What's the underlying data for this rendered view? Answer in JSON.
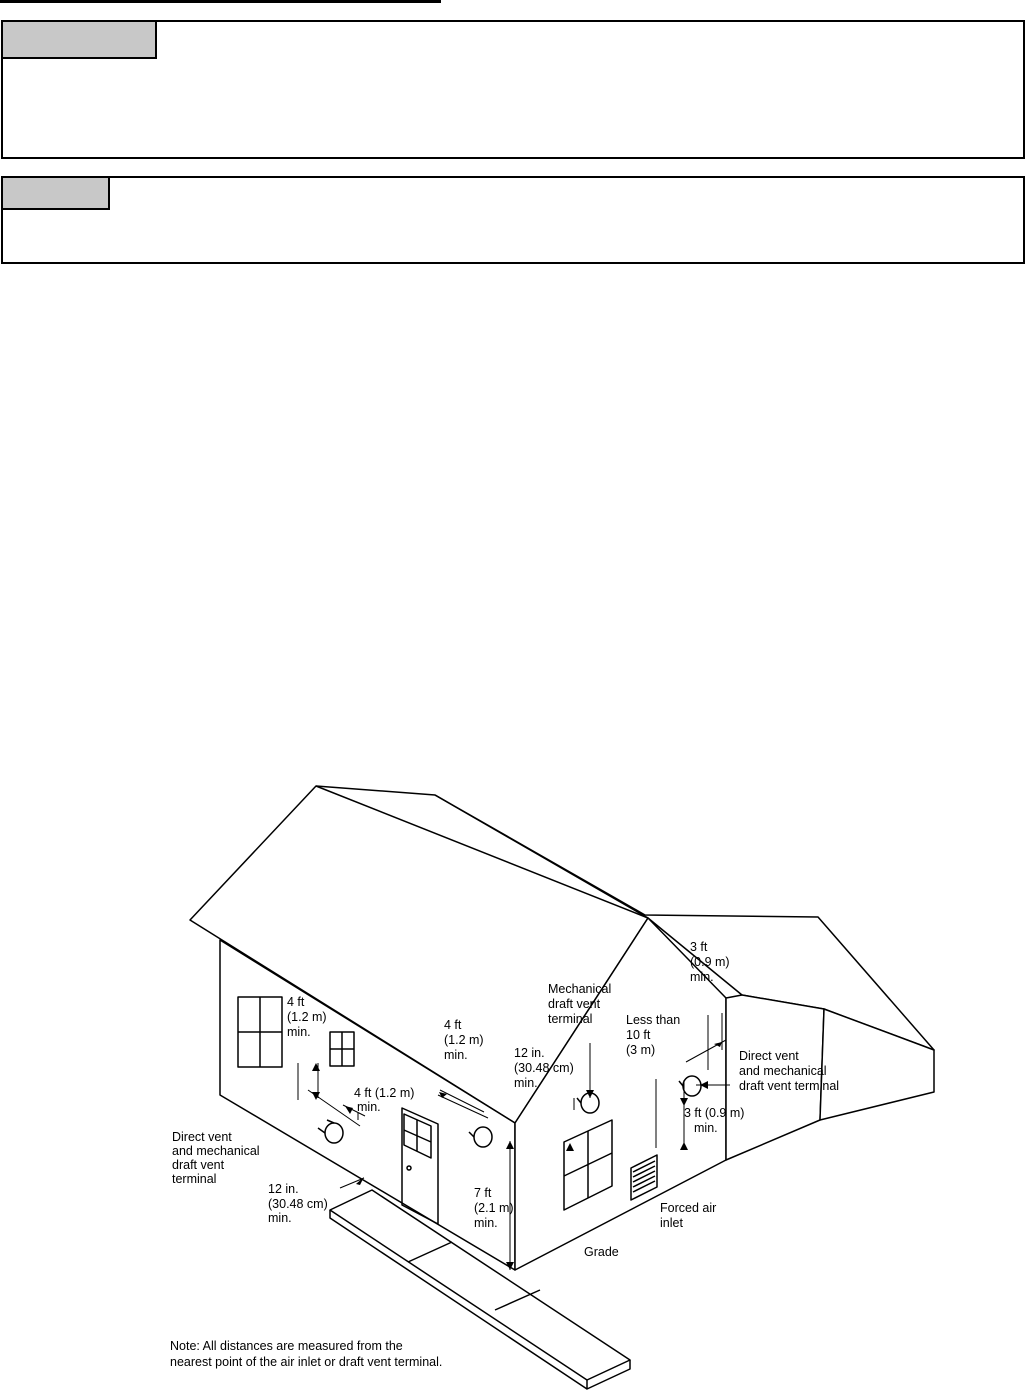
{
  "callouts": [
    {
      "label": "",
      "text": ""
    },
    {
      "label": "",
      "text": ""
    }
  ],
  "figure": {
    "labels": {
      "ft4_left": [
        "4 ft",
        "(1.2 m)",
        "min."
      ],
      "ft4_door": "4 ft (1.2 m)",
      "ft4_door_min": "min.",
      "ft4_center": [
        "4 ft",
        "(1.2 m)",
        "min."
      ],
      "direct_vent_left": [
        "Direct vent",
        "and mechanical",
        "draft vent",
        "terminal"
      ],
      "in12_left": [
        "12 in.",
        "(30.48 cm)",
        "min."
      ],
      "ft7": [
        "7 ft",
        "(2.1 m)",
        "min."
      ],
      "mech_draft": [
        "Mechanical",
        "draft vent",
        "terminal"
      ],
      "in12_right": [
        "12 in.",
        "(30.48 cm)",
        "min."
      ],
      "less_than": [
        "Less than",
        "10 ft",
        "(3 m)"
      ],
      "ft3_top": [
        "3 ft",
        "(0.9 m)",
        "min."
      ],
      "direct_vent_right": [
        "Direct vent",
        "and mechanical",
        "draft vent terminal"
      ],
      "ft3_mid": "3 ft (0.9 m)",
      "ft3_mid_min": "min.",
      "forced_air": [
        "Forced air",
        "inlet"
      ],
      "grade": "Grade",
      "note": [
        "Note: All distances are measured from the",
        "nearest point of the air inlet or draft vent terminal."
      ]
    }
  }
}
